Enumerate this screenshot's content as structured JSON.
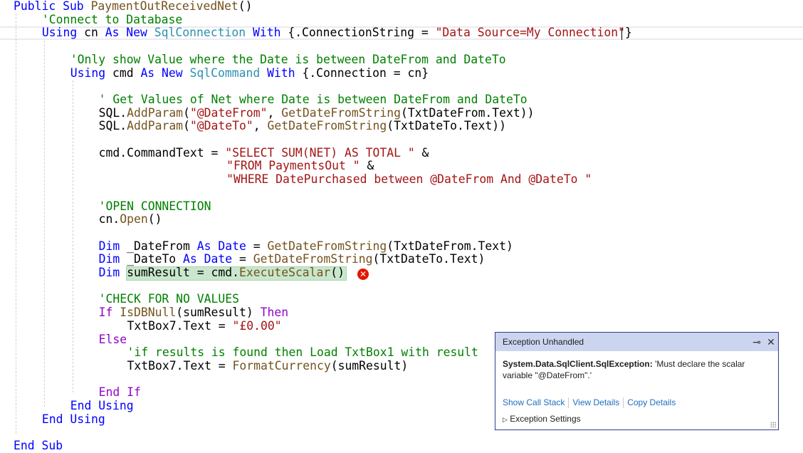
{
  "code": {
    "lines": [
      {
        "indent": 0,
        "tokens": [
          [
            "Public Sub ",
            "k"
          ],
          [
            "PaymentOutReceivedNet",
            "f"
          ],
          [
            "()",
            "n"
          ]
        ]
      },
      {
        "indent": 4,
        "tokens": [
          [
            "'Connect to Database",
            "c"
          ]
        ]
      },
      {
        "indent": 4,
        "tokens": [
          [
            "Using",
            "k"
          ],
          [
            " cn ",
            "n"
          ],
          [
            "As New",
            "k"
          ],
          [
            " ",
            "n"
          ],
          [
            "SqlConnection",
            "t"
          ],
          [
            " ",
            "n"
          ],
          [
            "With",
            "k"
          ],
          [
            " {.ConnectionString = ",
            "n"
          ],
          [
            "\"Data Source=My Connection\"",
            "s"
          ],
          [
            "}",
            "n"
          ]
        ]
      },
      {
        "indent": 0,
        "tokens": []
      },
      {
        "indent": 8,
        "tokens": [
          [
            "'Only show Value where the Date is between DateFrom and DateTo",
            "c"
          ]
        ]
      },
      {
        "indent": 8,
        "tokens": [
          [
            "Using",
            "k"
          ],
          [
            " cmd ",
            "n"
          ],
          [
            "As New",
            "k"
          ],
          [
            " ",
            "n"
          ],
          [
            "SqlCommand",
            "t"
          ],
          [
            " ",
            "n"
          ],
          [
            "With",
            "k"
          ],
          [
            " {.Connection = cn}",
            "n"
          ]
        ]
      },
      {
        "indent": 0,
        "tokens": []
      },
      {
        "indent": 12,
        "tokens": [
          [
            "' Get Values of Net where Date is between DateFrom and DateTo",
            "c"
          ]
        ]
      },
      {
        "indent": 12,
        "tokens": [
          [
            "SQL.",
            "n"
          ],
          [
            "AddParam",
            "f"
          ],
          [
            "(",
            "n"
          ],
          [
            "\"@DateFrom\"",
            "s"
          ],
          [
            ", ",
            "n"
          ],
          [
            "GetDateFromString",
            "f"
          ],
          [
            "(TxtDateFrom.Text))",
            "n"
          ]
        ]
      },
      {
        "indent": 12,
        "tokens": [
          [
            "SQL.",
            "n"
          ],
          [
            "AddParam",
            "f"
          ],
          [
            "(",
            "n"
          ],
          [
            "\"@DateTo\"",
            "s"
          ],
          [
            ", ",
            "n"
          ],
          [
            "GetDateFromString",
            "f"
          ],
          [
            "(TxtDateTo.Text))",
            "n"
          ]
        ]
      },
      {
        "indent": 0,
        "tokens": []
      },
      {
        "indent": 12,
        "tokens": [
          [
            "cmd.CommandText = ",
            "n"
          ],
          [
            "\"SELECT SUM(NET) AS TOTAL \"",
            "s"
          ],
          [
            " &",
            "n"
          ]
        ]
      },
      {
        "indent": 30,
        "tokens": [
          [
            "\"FROM PaymentsOut \"",
            "s"
          ],
          [
            " &",
            "n"
          ]
        ]
      },
      {
        "indent": 30,
        "tokens": [
          [
            "\"WHERE DatePurchased between @DateFrom And @DateTo \"",
            "s"
          ]
        ]
      },
      {
        "indent": 0,
        "tokens": []
      },
      {
        "indent": 12,
        "tokens": [
          [
            "'OPEN CONNECTION",
            "c"
          ]
        ]
      },
      {
        "indent": 12,
        "tokens": [
          [
            "cn.",
            "n"
          ],
          [
            "Open",
            "f"
          ],
          [
            "()",
            "n"
          ]
        ]
      },
      {
        "indent": 0,
        "tokens": []
      },
      {
        "indent": 12,
        "tokens": [
          [
            "Dim",
            "k"
          ],
          [
            " _DateFrom ",
            "n"
          ],
          [
            "As Date",
            "k"
          ],
          [
            " = ",
            "n"
          ],
          [
            "GetDateFromString",
            "f"
          ],
          [
            "(TxtDateFrom.Text)",
            "n"
          ]
        ]
      },
      {
        "indent": 12,
        "tokens": [
          [
            "Dim",
            "k"
          ],
          [
            " _DateTo ",
            "n"
          ],
          [
            "As Date",
            "k"
          ],
          [
            " = ",
            "n"
          ],
          [
            "GetDateFromString",
            "f"
          ],
          [
            "(TxtDateTo.Text)",
            "n"
          ]
        ]
      },
      {
        "indent": 12,
        "tokens": [
          [
            "Dim",
            "k"
          ],
          [
            " sumResult = cmd.",
            "n"
          ],
          [
            "ExecuteScalar",
            "f"
          ],
          [
            "()",
            "n"
          ]
        ]
      },
      {
        "indent": 0,
        "tokens": []
      },
      {
        "indent": 12,
        "tokens": [
          [
            "'CHECK FOR NO VALUES",
            "c"
          ]
        ]
      },
      {
        "indent": 12,
        "tokens": [
          [
            "If",
            "p"
          ],
          [
            " ",
            "n"
          ],
          [
            "IsDBNull",
            "f"
          ],
          [
            "(sumResult) ",
            "n"
          ],
          [
            "Then",
            "p"
          ]
        ]
      },
      {
        "indent": 16,
        "tokens": [
          [
            "TxtBox7.Text = ",
            "n"
          ],
          [
            "\"£0.00\"",
            "s"
          ]
        ]
      },
      {
        "indent": 12,
        "tokens": [
          [
            "Else",
            "p"
          ]
        ]
      },
      {
        "indent": 16,
        "tokens": [
          [
            "'if results is found then Load TxtBox1 with result",
            "c"
          ]
        ]
      },
      {
        "indent": 16,
        "tokens": [
          [
            "TxtBox7.Text = ",
            "n"
          ],
          [
            "FormatCurrency",
            "f"
          ],
          [
            "(sumResult)",
            "n"
          ]
        ]
      },
      {
        "indent": 0,
        "tokens": []
      },
      {
        "indent": 12,
        "tokens": [
          [
            "End If",
            "p"
          ]
        ]
      },
      {
        "indent": 8,
        "tokens": [
          [
            "End Using",
            "k"
          ]
        ]
      },
      {
        "indent": 4,
        "tokens": [
          [
            "End Using",
            "k"
          ]
        ]
      },
      {
        "indent": 0,
        "tokens": []
      },
      {
        "indent": 0,
        "tokens": [
          [
            "End Sub",
            "k"
          ]
        ]
      }
    ]
  },
  "exception": {
    "title": "Exception Unhandled",
    "type": "System.Data.SqlClient.SqlException:",
    "message": "'Must declare the scalar variable \"@DateFrom\".'",
    "links": [
      "Show Call Stack",
      "View Details",
      "Copy Details"
    ],
    "settings_label": "Exception Settings",
    "pin_icon": "⊸",
    "close_icon": "✕"
  },
  "error_glyph": "✕"
}
